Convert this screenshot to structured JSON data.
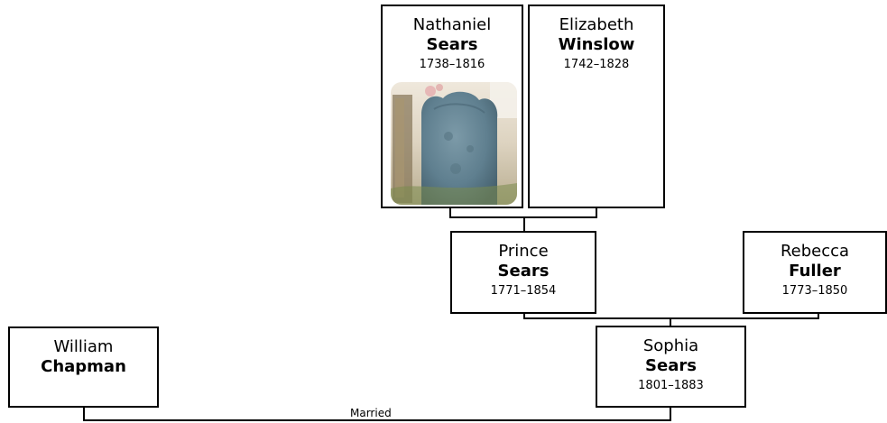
{
  "people": {
    "nathaniel": {
      "given": "Nathaniel",
      "surname": "Sears",
      "dates": "1738–1816"
    },
    "elizabeth": {
      "given": "Elizabeth",
      "surname": "Winslow",
      "dates": "1742–1828"
    },
    "prince": {
      "given": "Prince",
      "surname": "Sears",
      "dates": "1771–1854"
    },
    "rebecca": {
      "given": "Rebecca",
      "surname": "Fuller",
      "dates": "1773–1850"
    },
    "william": {
      "given": "William",
      "surname": "Chapman"
    },
    "sophia": {
      "given": "Sophia",
      "surname": "Sears",
      "dates": "1801–1883"
    }
  },
  "marriage_label": "Married",
  "photos": {
    "nathaniel": {
      "icon": "gravestone-photo"
    }
  },
  "colors": {
    "border": "#000000",
    "background": "#ffffff",
    "stone": "#5f7f8f"
  }
}
